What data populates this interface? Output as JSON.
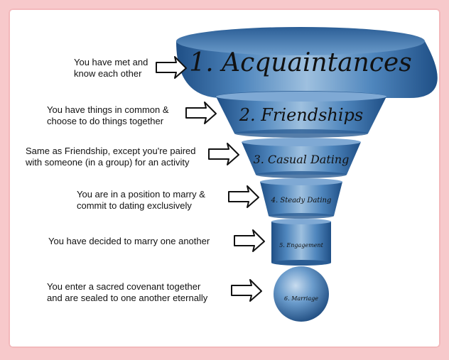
{
  "stages": [
    {
      "label": "1. Acquaintances",
      "desc": [
        "You have met and",
        "know each other"
      ]
    },
    {
      "label": "2. Friendships",
      "desc": [
        "You have things in common &",
        "choose to do things together"
      ]
    },
    {
      "label": "3. Casual Dating",
      "desc": [
        "Same as Friendship, except you're paired",
        "with someone (in a group) for an activity"
      ]
    },
    {
      "label": "4. Steady Dating",
      "desc": [
        "You are in a position to marry &",
        "commit to dating exclusively"
      ]
    },
    {
      "label": "5. Engagement",
      "desc": [
        "You have decided to marry one another"
      ]
    },
    {
      "label": "6. Marriage",
      "desc": [
        "You enter a sacred covenant together",
        "and are sealed to one another eternally"
      ]
    }
  ],
  "colors": {
    "funnel_light": "#9ec0df",
    "funnel_mid": "#4f86bd",
    "funnel_dark": "#1f4f86",
    "frame": "#f7c9cb"
  },
  "icons": [
    "arrow-right-icon"
  ]
}
